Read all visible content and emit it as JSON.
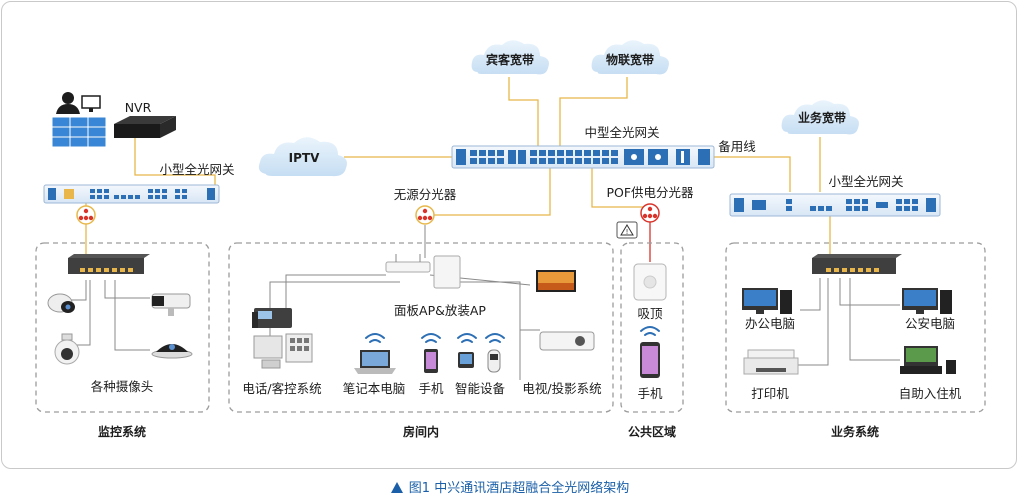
{
  "clouds": {
    "guest": "宾客宽带",
    "iot": "物联宽带",
    "iptv": "IPTV",
    "business": "业务宽带"
  },
  "core": {
    "main_gateway": "中型全光网关",
    "left_gateway": "小型全光网关",
    "right_gateway": "小型全光网关",
    "backup_line": "备用线",
    "nvr": "NVR",
    "passive_splitter": "无源分光器",
    "pof_splitter": "POF供电分光器"
  },
  "surveillance": {
    "cameras": "各种摄像头",
    "section": "监控系统"
  },
  "room": {
    "ap": "面板AP&放装AP",
    "phone_system": "电话/客控系统",
    "laptop": "笔记本电脑",
    "phone": "手机",
    "smart": "智能设备",
    "tv": "电视/投影系统",
    "section": "房间内"
  },
  "public": {
    "ceiling": "吸顶",
    "phone": "手机",
    "section": "公共区域"
  },
  "business": {
    "office_pc": "办公电脑",
    "police_pc": "公安电脑",
    "printer": "打印机",
    "kiosk": "自助入住机",
    "section": "业务系统"
  },
  "caption": "图1  中兴通讯酒店超融合全光网络架构",
  "colors": {
    "line": "#e7b84a",
    "red": "#d9342b",
    "blue": "#2d6fb5",
    "switch_fill": "#e8f1fb"
  }
}
